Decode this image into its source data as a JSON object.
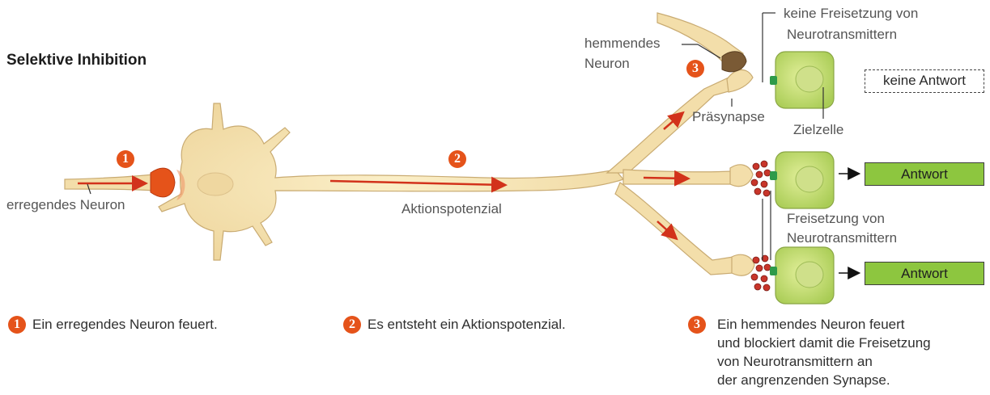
{
  "title": "Selektive Inhibition",
  "labels": {
    "excitatory_neuron": "erregendes Neuron",
    "action_potential": "Aktionspotenzial",
    "inhibitory_neuron_line1": "hemmendes",
    "inhibitory_neuron_line2": "Neuron",
    "presynapse": "Präsynapse",
    "target_cell": "Zielzelle",
    "no_release_line1": "keine Freisetzung von",
    "no_release_line2": "Neurotransmittern",
    "release_line1": "Freisetzung von",
    "release_line2": "Neurotransmittern"
  },
  "responses": {
    "none": "keine Antwort",
    "response_1": "Antwort",
    "response_2": "Antwort"
  },
  "badges": {
    "one": "1",
    "two": "2",
    "three": "3"
  },
  "captions": {
    "step1": "Ein erregendes Neuron feuert.",
    "step2": "Es entsteht ein Aktionspotenzial.",
    "step3_line1": "Ein hemmendes Neuron feuert",
    "step3_line2": "und blockiert damit die Freisetzung",
    "step3_line3": "von Neurotransmittern an",
    "step3_line4": "der angrenzenden Synapse."
  },
  "colors": {
    "neuron": "#f3deaa",
    "neuron_edge": "#c9ab72",
    "accent": "#e5531a",
    "cell": "#b9d66a",
    "response": "#8dc63f",
    "inhibitory": "#7a5a35"
  }
}
